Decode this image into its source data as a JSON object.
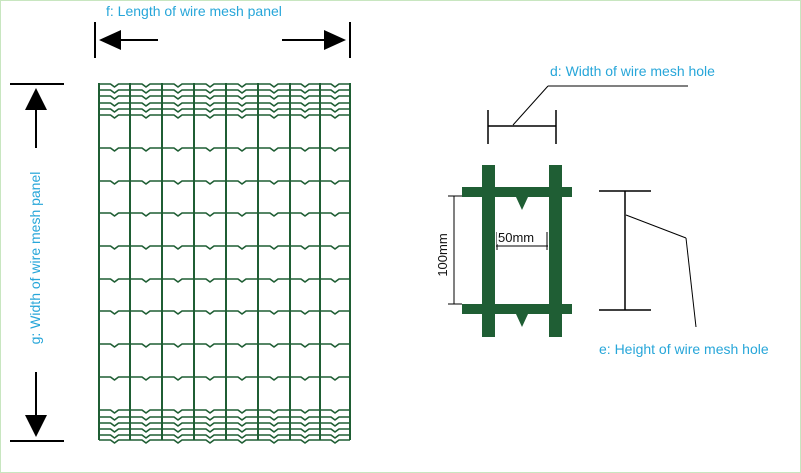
{
  "labels": {
    "panel_length": "f:  Length of wire mesh panel",
    "panel_width": "g: Width of wire mesh panel",
    "hole_width": "d: Width of wire mesh hole",
    "hole_height": "e: Height of wire mesh hole",
    "dim_width": "50mm",
    "dim_height": "100mm"
  },
  "colors": {
    "wire": "#1f5e34",
    "label": "#27a6d9",
    "line": "#000000",
    "page_border": "#c8e6c0"
  }
}
